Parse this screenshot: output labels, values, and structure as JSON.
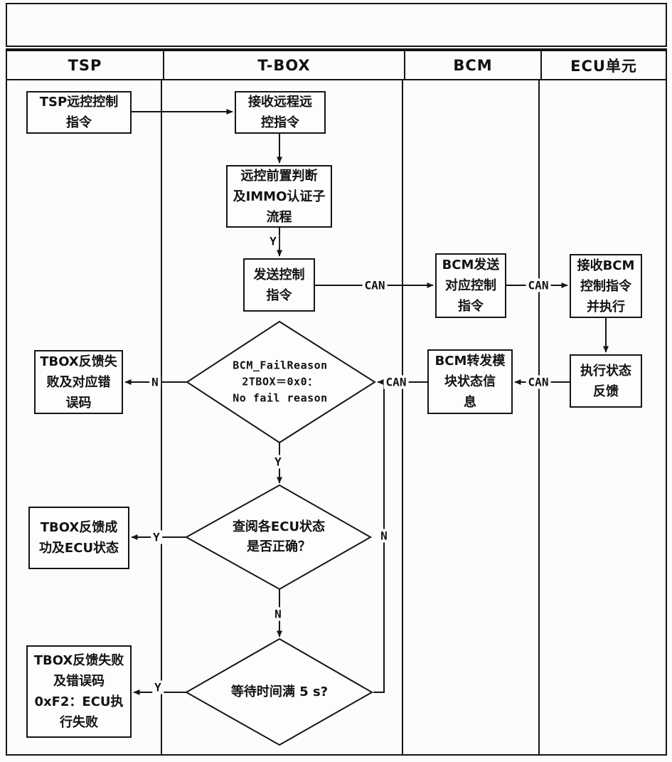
{
  "lanes": [
    {
      "label": "TSP"
    },
    {
      "label": "T-BOX"
    },
    {
      "label": "BCM"
    },
    {
      "label": "ECU单元"
    }
  ],
  "nodes": {
    "tsp_cmd": "TSP远控控制\n指令",
    "receive_remote": "接收远程远\n控指令",
    "precheck": "远控前置判断\n及IMMO认证子\n流程",
    "send_ctrl": "发送控制\n指令",
    "bcm_send": "BCM发送\n对应控制\n指令",
    "ecu_receive": "接收BCM\n控制指令\n并执行",
    "ecu_feedback": "执行状态\n反馈",
    "bcm_forward": "BCM转发模\n块状态信\n息",
    "fail_reason_check": "BCM_FailReason\n2TBOX＝0x0：\nNo fail reason",
    "tbox_fail": "TBOX反馈失\n败及对应错\n误码",
    "ecu_status_check": "查阅各ECU状态\n是否正确？",
    "tbox_success": "TBOX反馈成\n功及ECU状态",
    "wait_check": "等待时间满 5 s?",
    "tbox_fail_f2": "TBOX反馈失败\n及错误码\n0xF2：ECU执\n行失败"
  },
  "labels": {
    "yes": "Y",
    "no": "N",
    "can": "CAN"
  },
  "colors": {
    "line": "#151515",
    "background": "#fcfcfb"
  }
}
